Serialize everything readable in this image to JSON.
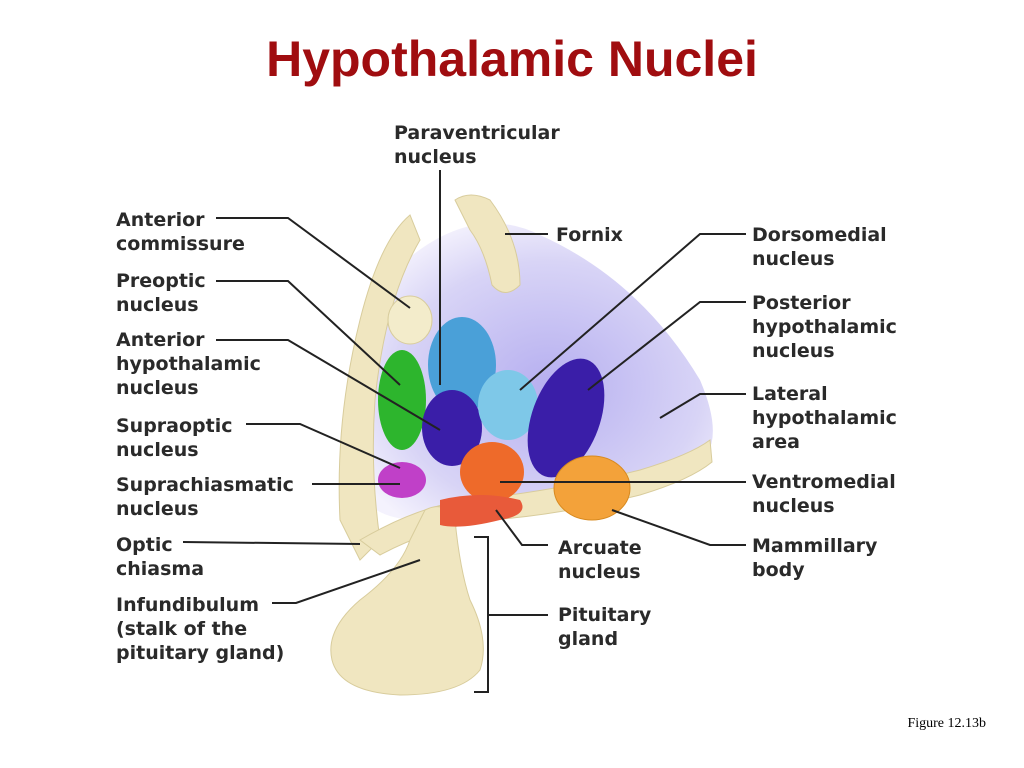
{
  "title": "Hypothalamic Nuclei",
  "caption": "Figure 12.13b",
  "labels": {
    "paraventricular": [
      "Paraventricular",
      "nucleus"
    ],
    "anterior_commissure": [
      "Anterior",
      "commissure"
    ],
    "preoptic": [
      "Preoptic",
      "nucleus"
    ],
    "anterior_hypothalamic": [
      "Anterior",
      "hypothalamic",
      "nucleus"
    ],
    "supraoptic": [
      "Supraoptic",
      "nucleus"
    ],
    "suprachiasmatic": [
      "Suprachiasmatic",
      "nucleus"
    ],
    "optic_chiasma": [
      "Optic",
      "chiasma"
    ],
    "infundibulum": [
      "Infundibulum",
      "(stalk of the",
      "pituitary gland)"
    ],
    "fornix": [
      "Fornix"
    ],
    "dorsomedial": [
      "Dorsomedial",
      "nucleus"
    ],
    "posterior_hypothalamic": [
      "Posterior",
      "hypothalamic",
      "nucleus"
    ],
    "lateral_hypothalamic": [
      "Lateral",
      "hypothalamic",
      "area"
    ],
    "ventromedial": [
      "Ventromedial",
      "nucleus"
    ],
    "mammillary": [
      "Mammillary",
      "body"
    ],
    "arcuate": [
      "Arcuate",
      "nucleus"
    ],
    "pituitary": [
      "Pituitary",
      "gland"
    ]
  },
  "colors": {
    "title": "#a00d10",
    "tissue": "#f0e6c0",
    "region": "#c8c2f0",
    "preoptic": "#2db52d",
    "paraventricular": "#4aa0d8",
    "anterior_hypothalamic": "#3a1ea8",
    "dorsomedial": "#7ec8e8",
    "posterior": "#3a1ea8",
    "supraoptic": "#c040c8",
    "ventromedial": "#ee6a2a",
    "mammillary": "#f3a23a",
    "arcuate": "#e85a3a"
  }
}
